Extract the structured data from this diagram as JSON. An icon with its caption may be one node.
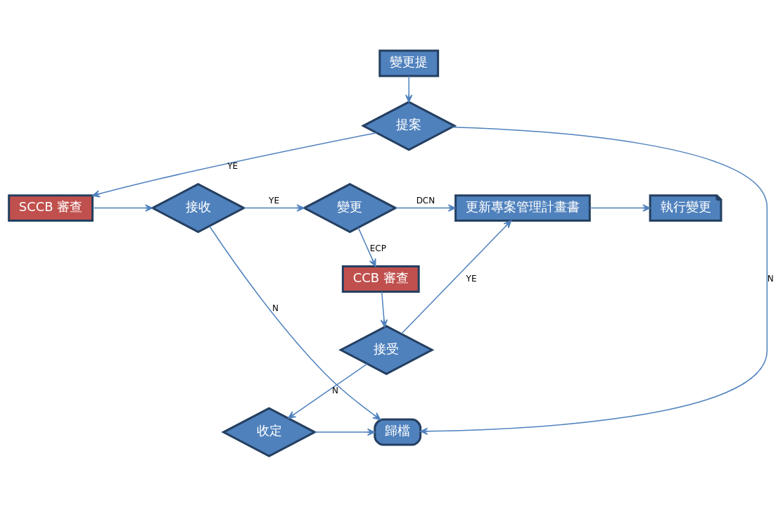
{
  "diagram": {
    "nodes": [
      {
        "text": [
          "變更提"
        ]
      },
      {
        "text": [
          "提案"
        ]
      },
      {
        "text": [
          "SCCB 審查"
        ]
      },
      {
        "text": [
          "接收"
        ]
      },
      {
        "text": [
          "變更"
        ]
      },
      {
        "text": [
          "更新專案管理計畫書"
        ]
      },
      {
        "text": [
          "執行變更"
        ]
      },
      {
        "text": [
          "CCB 審查"
        ]
      },
      {
        "text": [
          "接受"
        ]
      },
      {
        "text": [
          "收定"
        ]
      },
      {
        "text": [
          "歸檔"
        ]
      }
    ],
    "edges": [
      {
        "from": 0,
        "to": 1,
        "arrow": "to"
      },
      {
        "from": 1,
        "to": 2,
        "arrow": "to",
        "label": "YE"
      },
      {
        "from": 1,
        "to": 10,
        "arrow": "to",
        "label": "N"
      },
      {
        "from": 2,
        "to": 3,
        "arrow": "to"
      },
      {
        "from": 3,
        "to": 4,
        "arrow": "to",
        "label": "YE"
      },
      {
        "from": 3,
        "to": 10,
        "arrow": "to",
        "label": "N"
      },
      {
        "from": 4,
        "to": 5,
        "arrow": "to",
        "label": "DCN"
      },
      {
        "from": 4,
        "to": 7,
        "arrow": "to",
        "label": "ECP"
      },
      {
        "from": 5,
        "to": 6,
        "arrow": "to"
      },
      {
        "from": 7,
        "to": 8,
        "arrow": "to"
      },
      {
        "from": 8,
        "to": 5,
        "arrow": "to",
        "label": "YE"
      },
      {
        "from": 8,
        "to": 9,
        "arrow": "to",
        "label": "N"
      },
      {
        "from": 9,
        "to": 10,
        "arrow": "to"
      }
    ]
  }
}
